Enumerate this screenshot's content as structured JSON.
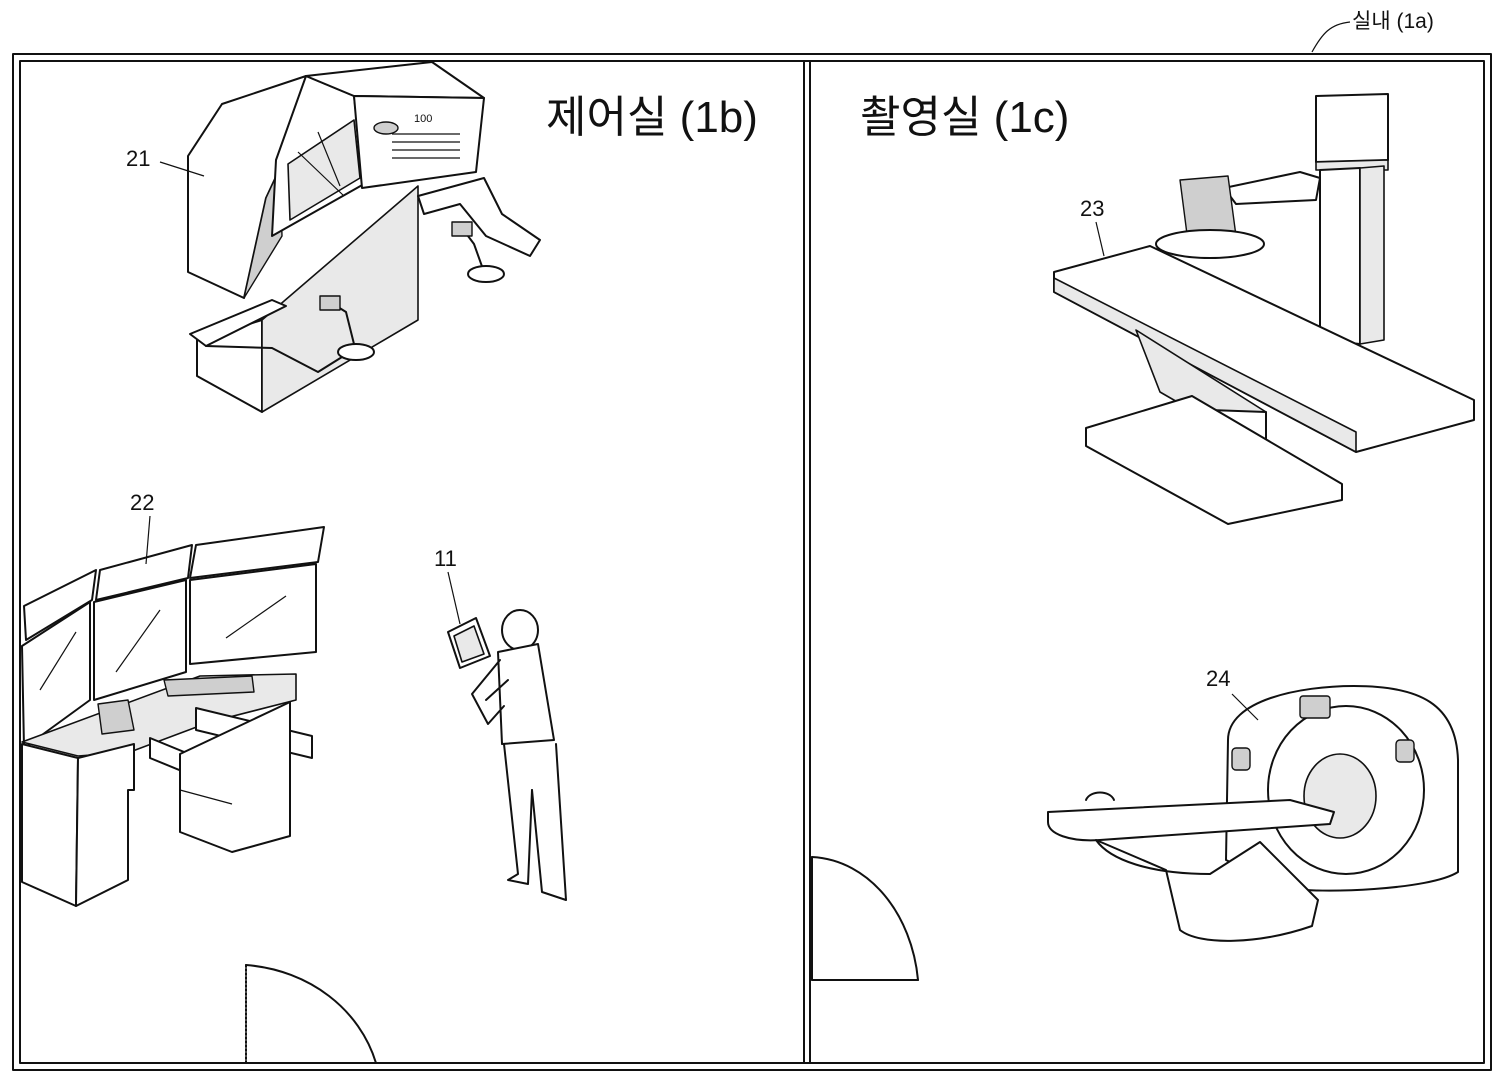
{
  "labels": {
    "building": "실내 (1a)",
    "control_room": "제어실 (1b)",
    "imaging_room": "촬영실 (1c)",
    "ref_21": "21",
    "ref_22": "22",
    "ref_11": "11",
    "ref_23": "23",
    "ref_24": "24",
    "ref_100": "100"
  },
  "colors": {
    "line": "#111111",
    "background": "#ffffff"
  }
}
